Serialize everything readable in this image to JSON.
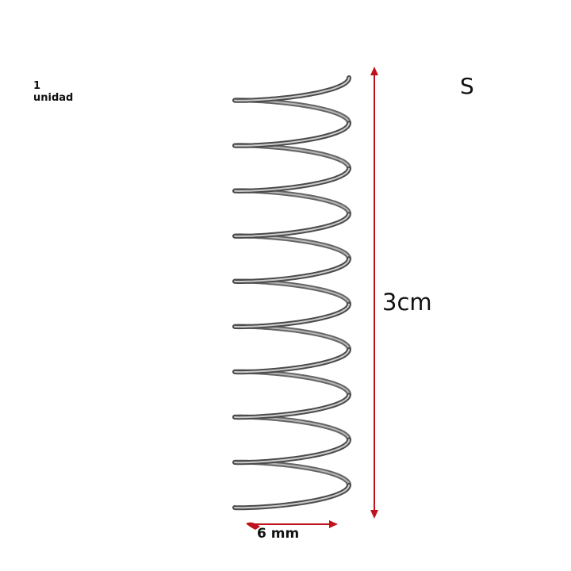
{
  "quantity": {
    "number": "1",
    "unit": "unidad"
  },
  "size": "S",
  "dimensions": {
    "height": "3cm",
    "width": "6 mm"
  },
  "colors": {
    "arrow": "#c0121c",
    "spring": "#4a4a4a",
    "highlight": "#d9d9d9"
  }
}
